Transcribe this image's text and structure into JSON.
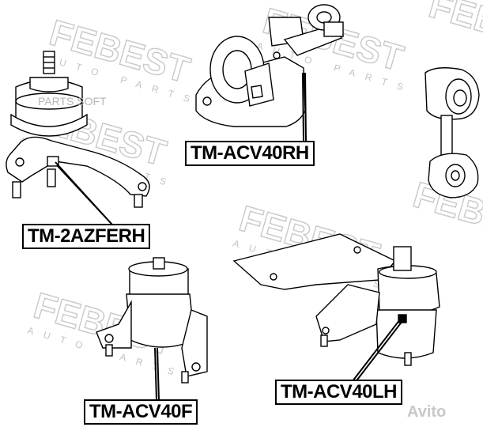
{
  "brand": {
    "watermark_main": "FEBEST",
    "watermark_sub": "AUTO PARTS"
  },
  "overlay": {
    "text": "PARTS SOFT",
    "marketplace": "Avito"
  },
  "labels": {
    "part_2azferh": "TM-2AZFERH",
    "part_acv40rh": "TM-ACV40RH",
    "part_acv40f": "TM-ACV40F",
    "part_acv40lh": "TM-ACV40LH"
  },
  "colors": {
    "background": "#ffffff",
    "line": "#000000",
    "watermark": "#c9c9c9"
  }
}
